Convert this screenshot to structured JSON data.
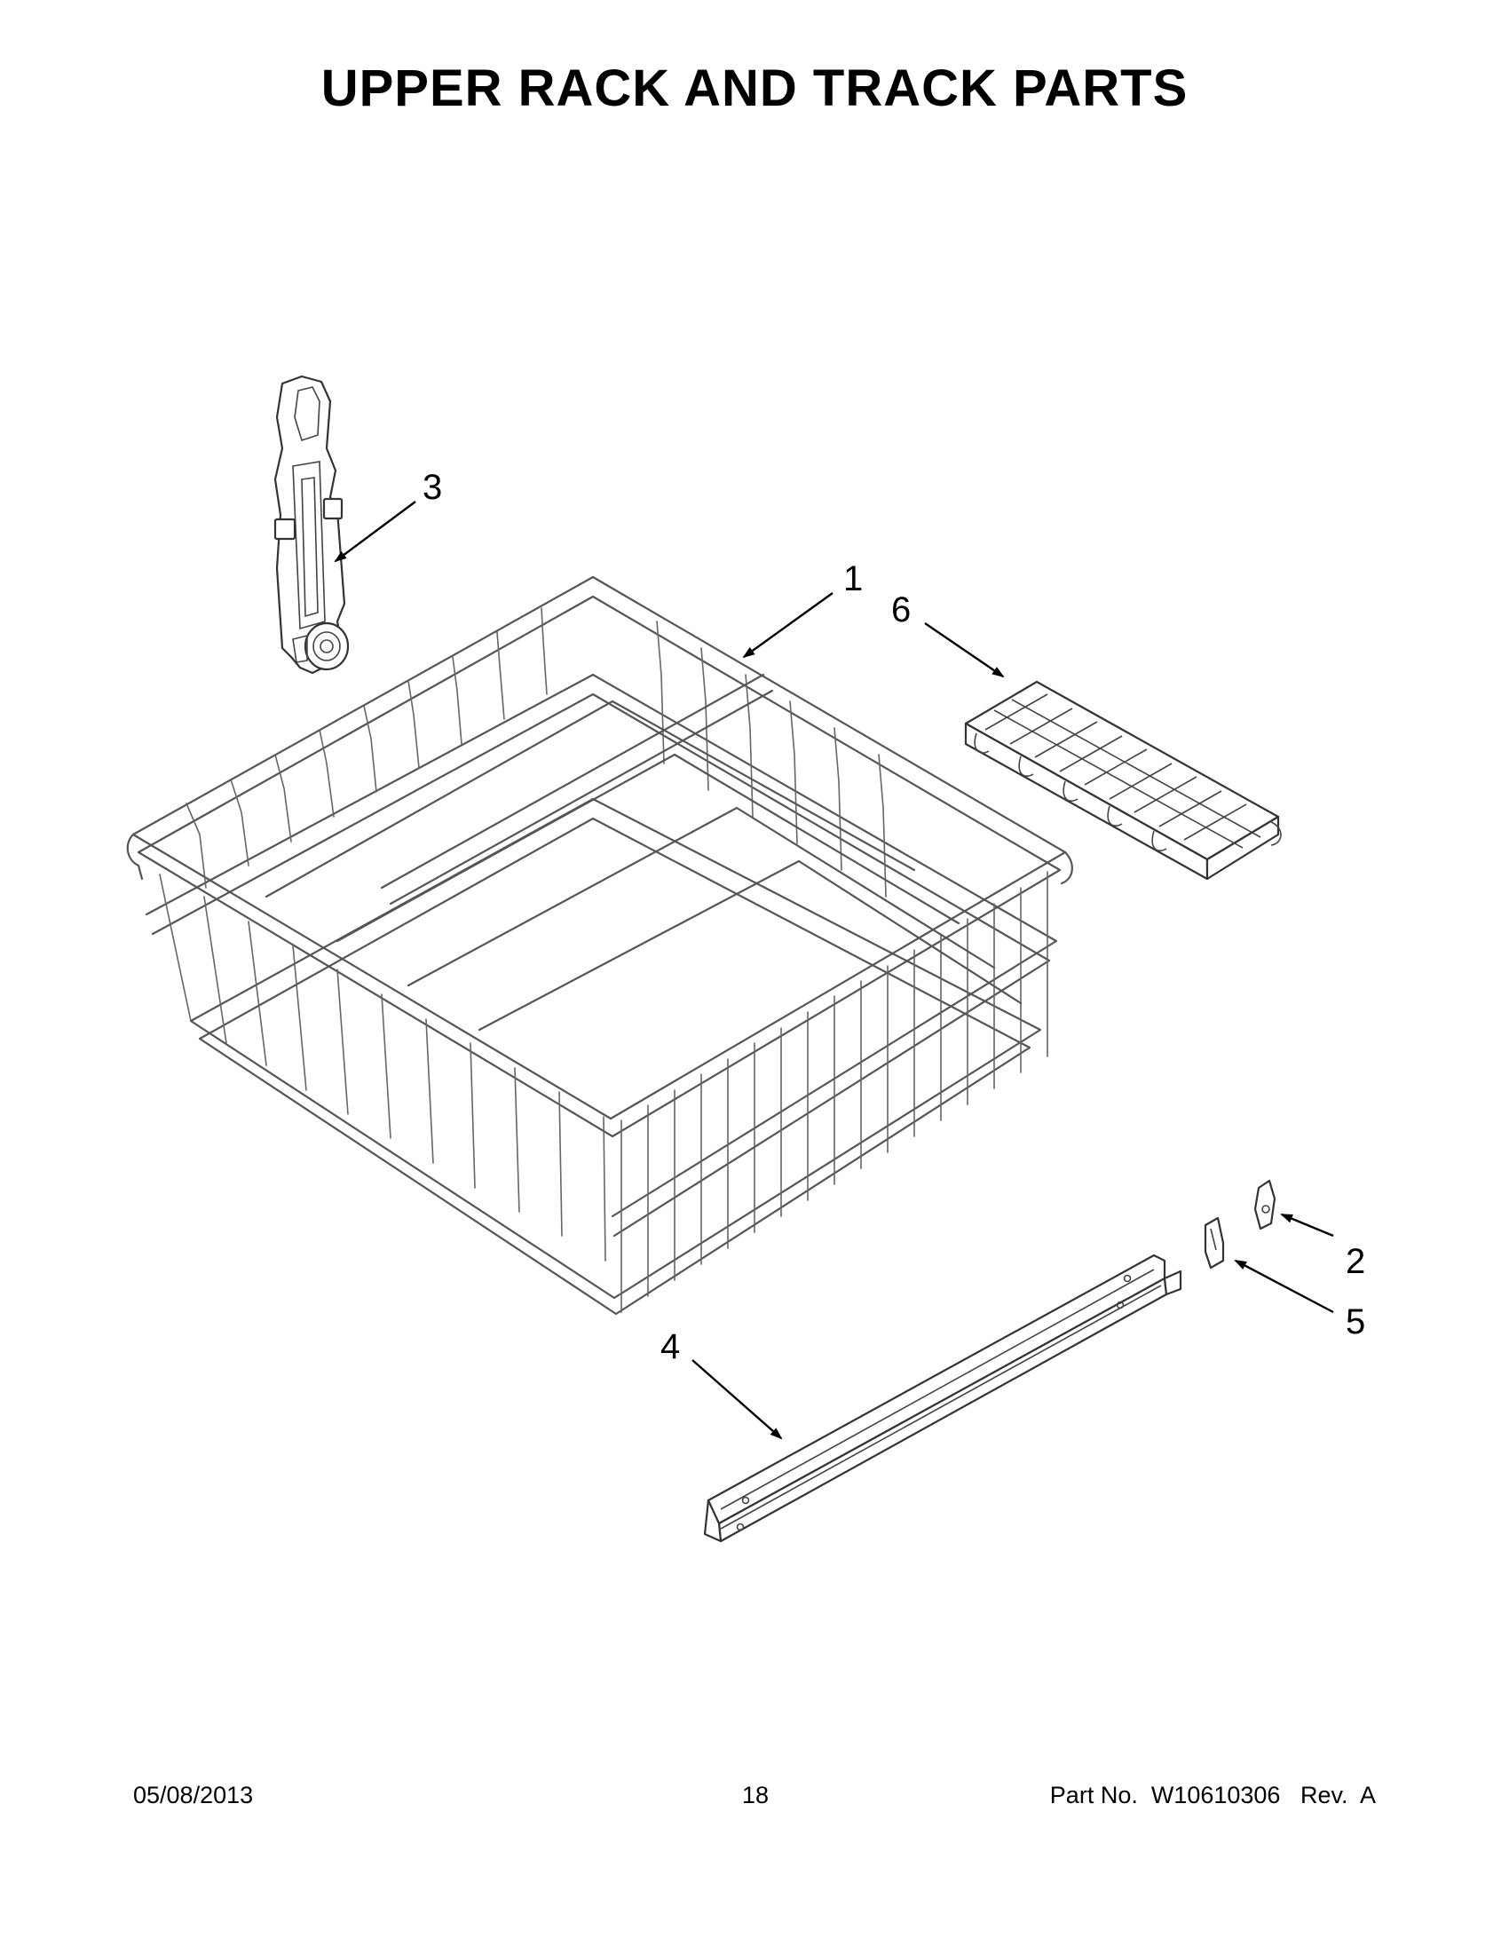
{
  "header": {
    "title": "UPPER RACK AND TRACK PARTS"
  },
  "callouts": {
    "item_1": "1",
    "item_2": "2",
    "item_3": "3",
    "item_4": "4",
    "item_5": "5",
    "item_6": "6"
  },
  "footer": {
    "date": "05/08/2013",
    "page_number": "18",
    "part_number": "Part No.  W10610306   Rev.  A"
  },
  "colors": {
    "line_art": "#555555",
    "text": "#000000",
    "background": "#ffffff"
  }
}
